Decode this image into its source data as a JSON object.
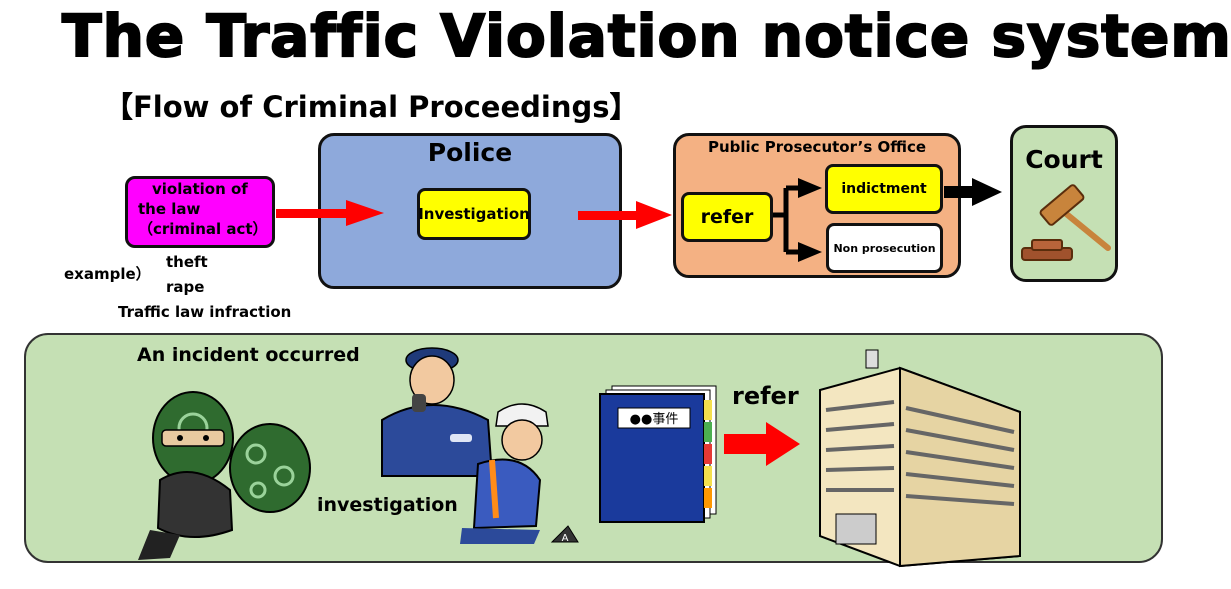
{
  "title": "The Traffic Violation notice system",
  "subtitle": "【Flow of Criminal Proceedings】",
  "violation": {
    "line1": "violation of",
    "line2": "the law",
    "line3": "（criminal act）"
  },
  "examples": {
    "label": "example）",
    "items": [
      "theft",
      "rape",
      "Traffic law infraction"
    ]
  },
  "police": {
    "label": "Police",
    "investigation": "Investigation"
  },
  "prosecutor": {
    "label": "Public Prosecutor’s  Office",
    "refer": "refer",
    "indictment": "indictment",
    "non_prosecution": "Non prosecution"
  },
  "court": {
    "label": "Court"
  },
  "scene": {
    "incident": "An incident occurred",
    "investigation": "investigation",
    "refer": "refer",
    "file_label": "●●事件",
    "marker_letter": "A"
  },
  "colors": {
    "violation": "#ff00ff",
    "police": "#8ea9db",
    "prosecutor": "#f4b183",
    "court": "#c5e0b4",
    "highlight": "#ffff00",
    "arrow": "#ff0000"
  }
}
